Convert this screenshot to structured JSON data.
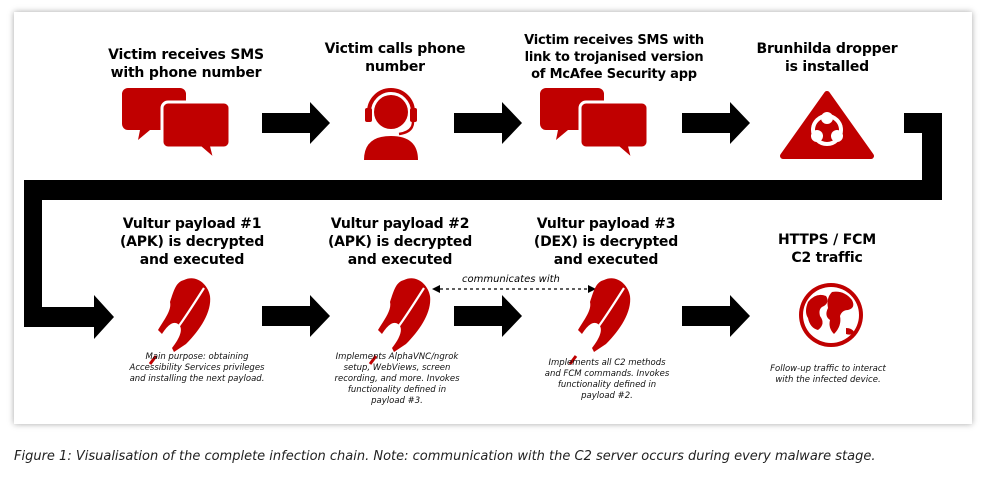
{
  "colors": {
    "accent_red": "#c00000",
    "arrow": "#000000"
  },
  "steps": [
    {
      "title": "Victim receives SMS\nwith phone number",
      "icon": "sms-bubbles-icon"
    },
    {
      "title": "Victim calls phone\nnumber",
      "icon": "call-agent-icon"
    },
    {
      "title": "Victim receives SMS with\nlink to trojanised version\nof McAfee Security app",
      "icon": "sms-bubbles-icon"
    },
    {
      "title": "Brunhilda dropper\nis installed",
      "icon": "biohazard-icon"
    },
    {
      "title": "Vultur payload #1\n(APK) is decrypted\nand executed",
      "icon": "feather-icon",
      "note": "Main purpose: obtaining\nAccessibility Services privileges\nand installing the next payload."
    },
    {
      "title": "Vultur payload #2\n(APK) is decrypted\nand executed",
      "icon": "feather-icon",
      "note": "Implements AlphaVNC/ngrok\nsetup, WebViews, screen\nrecording, and more. Invokes\nfunctionality defined in\npayload #3."
    },
    {
      "title": "Vultur payload #3\n(DEX) is decrypted\nand executed",
      "icon": "feather-icon",
      "note": "Implements all C2 methods\nand FCM commands. Invokes\nfunctionality defined in\npayload #2."
    },
    {
      "title": "HTTPS / FCM\nC2 traffic",
      "icon": "globe-icon",
      "note": "Follow-up traffic to interact\nwith the infected device."
    }
  ],
  "communicates_label": "communicates with",
  "caption": "Figure 1: Visualisation of the complete infection chain. Note: communication with the C2 server occurs during every malware stage."
}
